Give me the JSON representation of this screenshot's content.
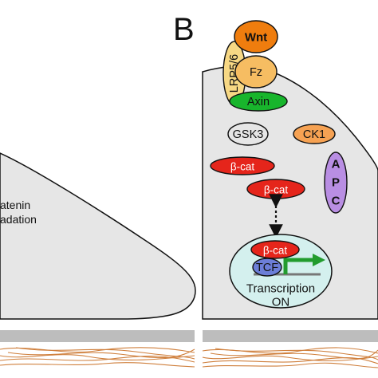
{
  "panel": {
    "letter": "B"
  },
  "left_panel": {
    "label_line1": "atenin",
    "label_line2": "adation"
  },
  "receptors": {
    "wnt": "Wnt",
    "fz": "Fz",
    "lrp": "LRP5/6",
    "axin": "Axin"
  },
  "cytoplasm": {
    "gsk3": "GSK3",
    "ck1": "CK1",
    "apc_letters": [
      "A",
      "P",
      "C"
    ],
    "bcat_1": "β-cat",
    "bcat_2": "β-cat"
  },
  "nucleus": {
    "bcat": "β-cat",
    "tcf": "TCF",
    "status_line1": "Transcription",
    "status_line2": "ON"
  },
  "colors": {
    "cell": "#e6e6e6",
    "wnt": "#ef7d0e",
    "fz": "#f6bd62",
    "lrp": "#f7d884",
    "axin": "#18b52c",
    "ck1": "#f6a253",
    "apc": "#b98ee3",
    "bcat": "#e5251b",
    "nucleus": "#d4f0ee",
    "tcf": "#6c7ed8",
    "arrow": "#229c2e",
    "fiber": "#cf7f3c"
  }
}
